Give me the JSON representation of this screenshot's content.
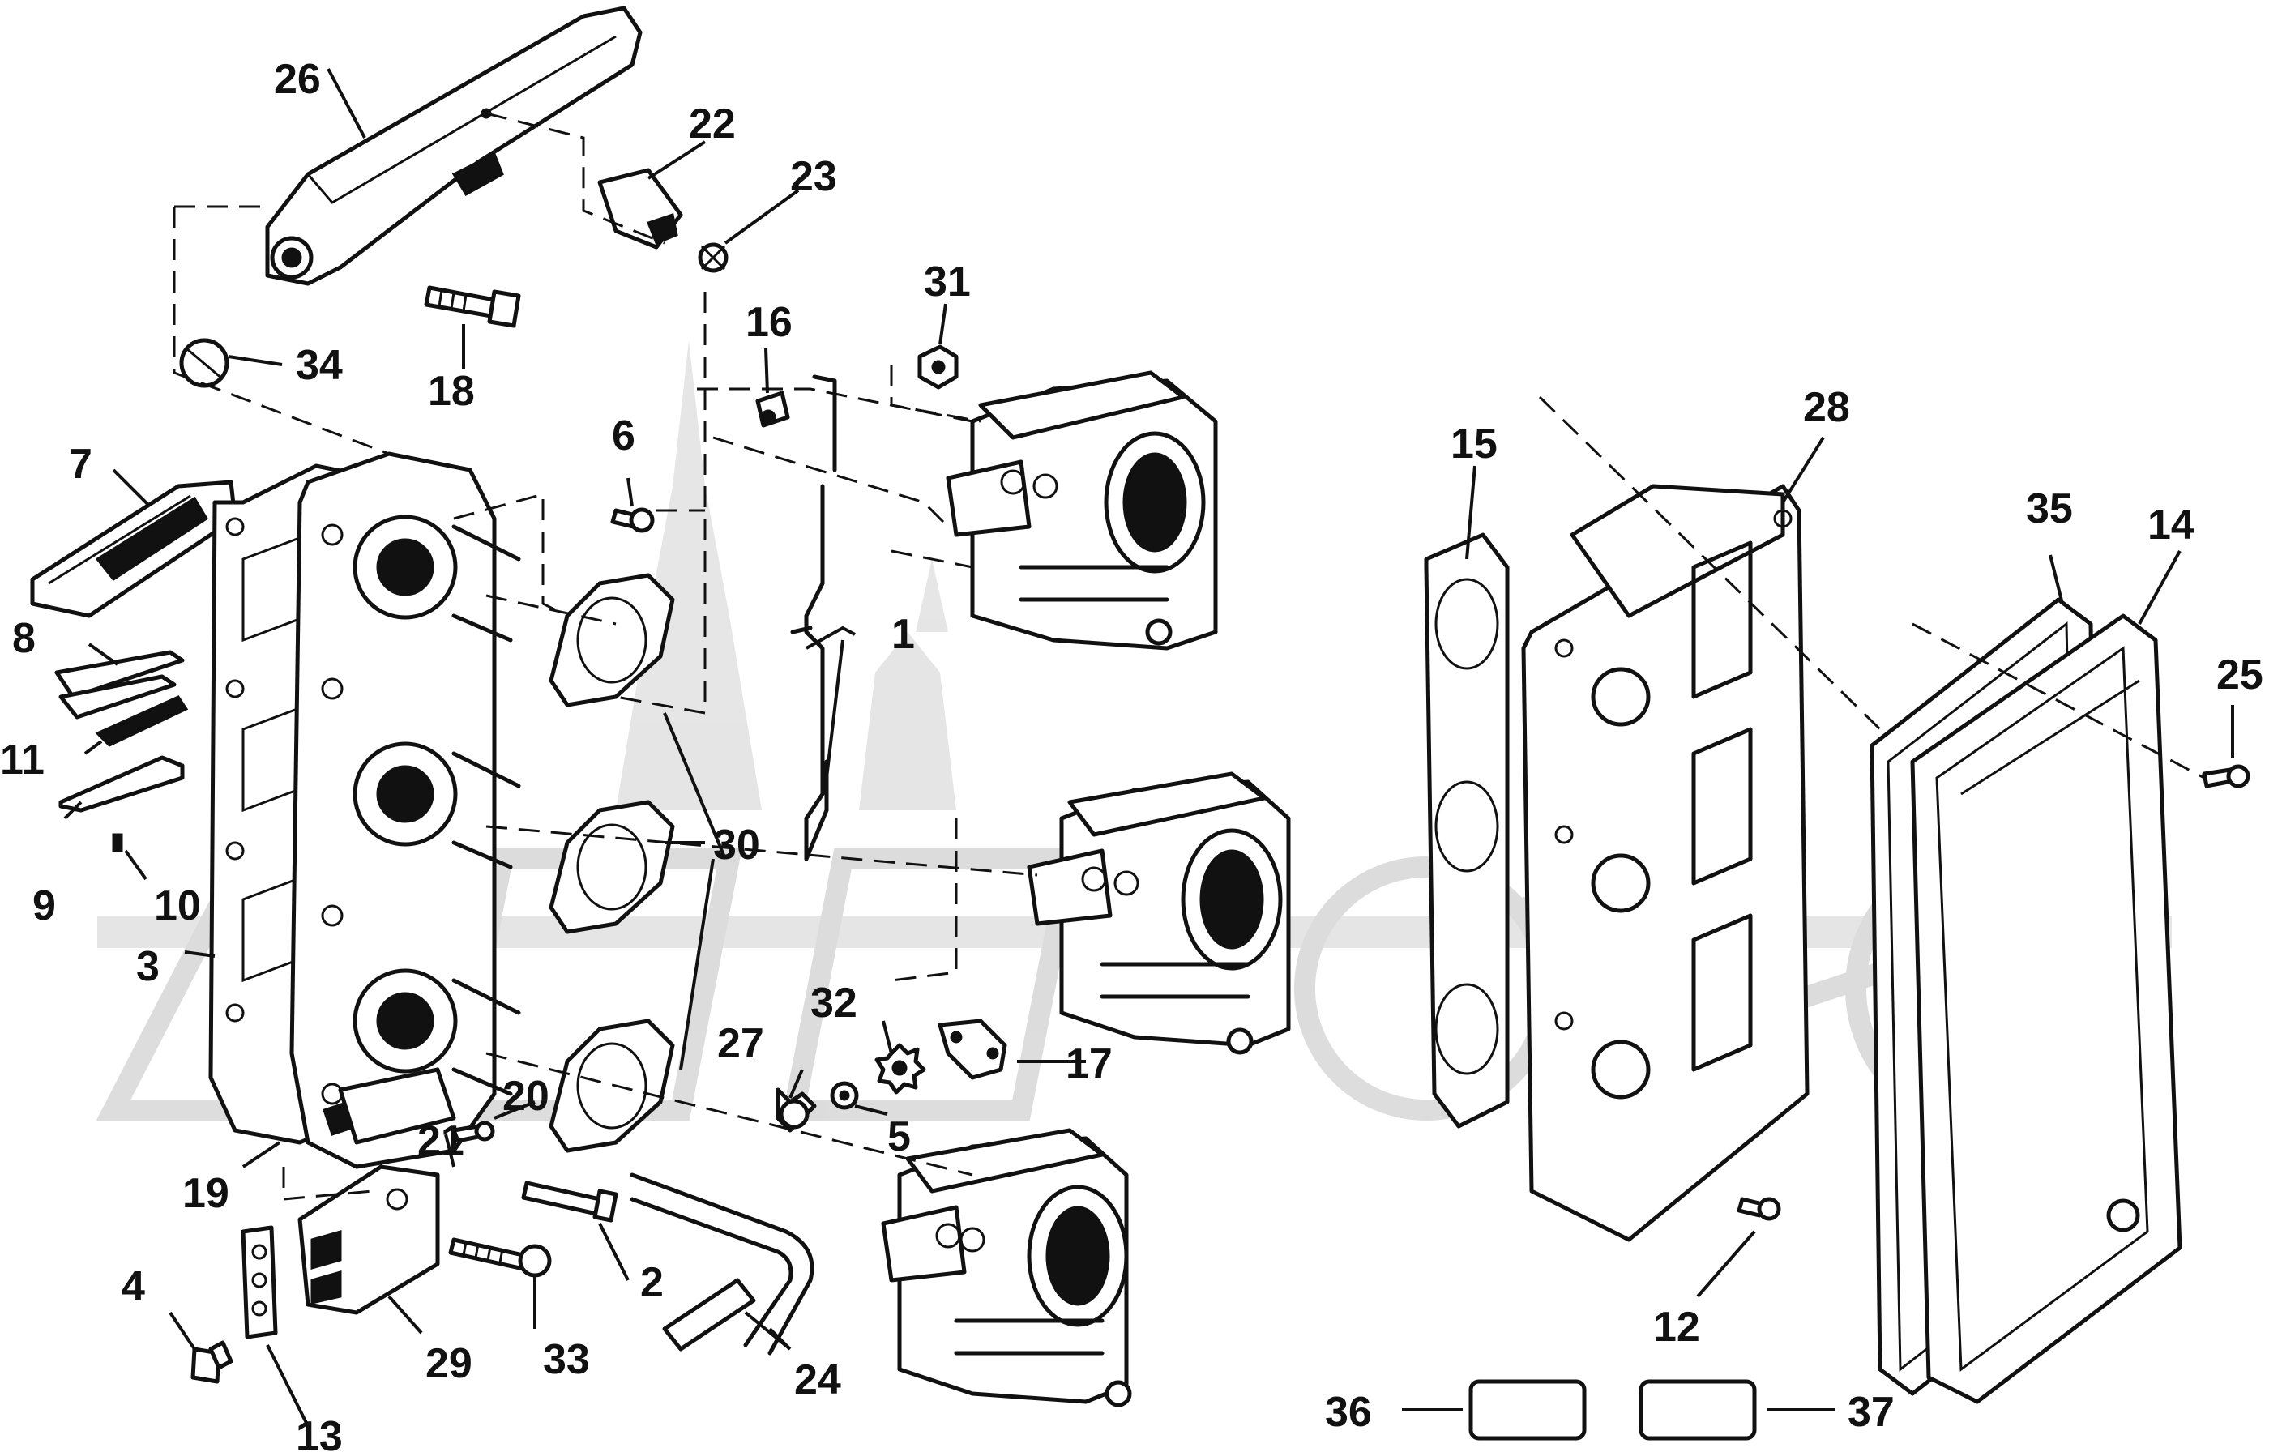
{
  "diagram": {
    "callouts": [
      {
        "id": "c1",
        "label": "1"
      },
      {
        "id": "c2",
        "label": "2"
      },
      {
        "id": "c3",
        "label": "3"
      },
      {
        "id": "c4",
        "label": "4"
      },
      {
        "id": "c5",
        "label": "5"
      },
      {
        "id": "c6",
        "label": "6"
      },
      {
        "id": "c7",
        "label": "7"
      },
      {
        "id": "c8",
        "label": "8"
      },
      {
        "id": "c9",
        "label": "9"
      },
      {
        "id": "c10",
        "label": "10"
      },
      {
        "id": "c11",
        "label": "11"
      },
      {
        "id": "c12",
        "label": "12"
      },
      {
        "id": "c13",
        "label": "13"
      },
      {
        "id": "c14",
        "label": "14"
      },
      {
        "id": "c15",
        "label": "15"
      },
      {
        "id": "c16",
        "label": "16"
      },
      {
        "id": "c17",
        "label": "17"
      },
      {
        "id": "c18",
        "label": "18"
      },
      {
        "id": "c19",
        "label": "19"
      },
      {
        "id": "c20",
        "label": "20"
      },
      {
        "id": "c21",
        "label": "21"
      },
      {
        "id": "c22",
        "label": "22"
      },
      {
        "id": "c23",
        "label": "23"
      },
      {
        "id": "c24",
        "label": "24"
      },
      {
        "id": "c25",
        "label": "25"
      },
      {
        "id": "c26",
        "label": "26"
      },
      {
        "id": "c27",
        "label": "27"
      },
      {
        "id": "c28",
        "label": "28"
      },
      {
        "id": "c29",
        "label": "29"
      },
      {
        "id": "c30",
        "label": "30"
      },
      {
        "id": "c31",
        "label": "31"
      },
      {
        "id": "c32",
        "label": "32"
      },
      {
        "id": "c33",
        "label": "33"
      },
      {
        "id": "c34",
        "label": "34"
      },
      {
        "id": "c35",
        "label": "35"
      },
      {
        "id": "c36",
        "label": "36"
      },
      {
        "id": "c37",
        "label": "37"
      }
    ]
  }
}
